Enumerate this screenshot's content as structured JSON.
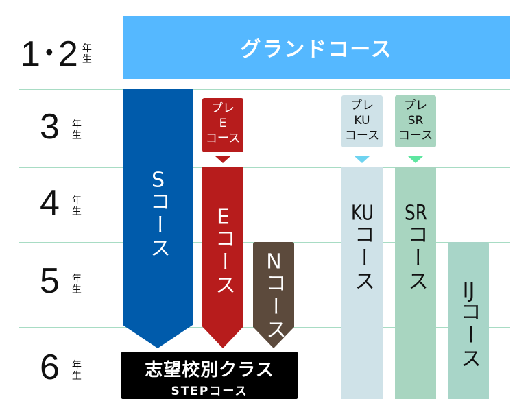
{
  "grades": [
    {
      "num": "1･2",
      "unit": "年生"
    },
    {
      "num": "3",
      "unit": "年生"
    },
    {
      "num": "4",
      "unit": "年生"
    },
    {
      "num": "5",
      "unit": "年生"
    },
    {
      "num": "6",
      "unit": "年生"
    }
  ],
  "courses": {
    "grand": {
      "label": "グランドコース",
      "color": "#55b8ff"
    },
    "s": {
      "latin": "S",
      "kana": "コース",
      "color": "#005bab"
    },
    "pre_e": {
      "line1": "プレ",
      "line2": "E",
      "line3": "コース",
      "color": "#b71c1c"
    },
    "e": {
      "latin": "E",
      "kana": "コース",
      "color": "#b71c1c"
    },
    "n": {
      "latin": "N",
      "kana": "コース",
      "color": "#5c4a3c"
    },
    "step": {
      "title": "志望校別クラス",
      "sub": "STEPコース",
      "color": "#000000"
    },
    "pre_ku": {
      "line1": "プレ",
      "line2": "KU",
      "line3": "コース",
      "color": "#cfe2e8",
      "arrow": "#6ed3f0"
    },
    "ku": {
      "latin": "KU",
      "kana": "コース",
      "color": "#cfe2e8"
    },
    "pre_sr": {
      "line1": "プレ",
      "line2": "SR",
      "line3": "コース",
      "color": "#a8d5c0",
      "arrow": "#5ee6a0"
    },
    "sr": {
      "latin": "SR",
      "kana": "コース",
      "color": "#a8d5c0"
    },
    "ij": {
      "latin": "IJ",
      "kana": "コース",
      "color": "#a8d5c8"
    }
  }
}
